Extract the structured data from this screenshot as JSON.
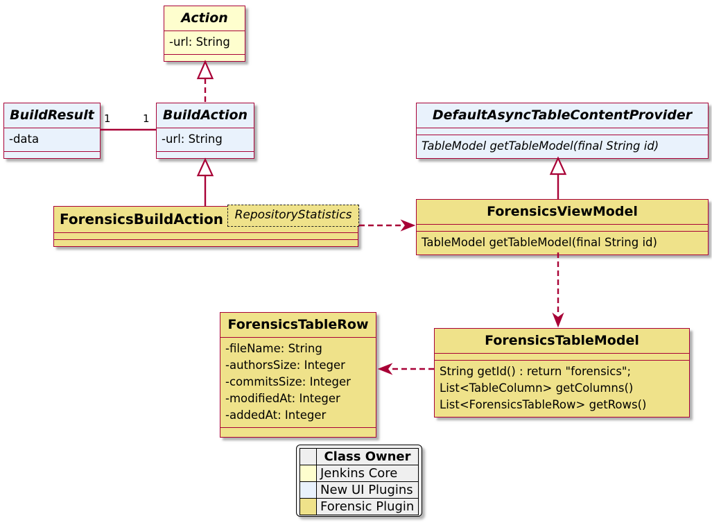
{
  "diagram_type": "uml-class-diagram",
  "colors": {
    "accent_border": "#A80036",
    "jenkins_core_fill": "#FEFECE",
    "new_ui_plugins_fill": "#E9F2FC",
    "forensic_plugin_fill": "#EFE28A",
    "legend_background": "#EFEFEF"
  },
  "classes": {
    "action": {
      "name": "Action",
      "abstract": true,
      "owner": "Jenkins Core",
      "fields": [
        "-url: String"
      ],
      "methods": []
    },
    "build_result": {
      "name": "BuildResult",
      "abstract": true,
      "owner": "New UI Plugins",
      "fields": [
        "-data"
      ],
      "methods": []
    },
    "build_action": {
      "name": "BuildAction",
      "abstract": true,
      "owner": "New UI Plugins",
      "fields": [
        "-url: String"
      ],
      "methods": []
    },
    "forensics_build_action": {
      "name": "ForensicsBuildAction",
      "abstract": false,
      "owner": "Forensic Plugin",
      "generic_note": "RepositoryStatistics",
      "fields": [],
      "methods": []
    },
    "default_async_table_content_provider": {
      "name": "DefaultAsyncTableContentProvider",
      "abstract": true,
      "owner": "New UI Plugins",
      "fields": [],
      "methods": [
        "TableModel getTableModel(final String id)"
      ]
    },
    "forensics_view_model": {
      "name": "ForensicsViewModel",
      "abstract": false,
      "owner": "Forensic Plugin",
      "fields": [],
      "methods": [
        "TableModel getTableModel(final String id)"
      ]
    },
    "forensics_table_model": {
      "name": "ForensicsTableModel",
      "abstract": false,
      "owner": "Forensic Plugin",
      "fields": [],
      "methods": [
        "String getId() : return \"forensics\";",
        "List<TableColumn> getColumns()",
        "List<ForensicsTableRow> getRows()"
      ]
    },
    "forensics_table_row": {
      "name": "ForensicsTableRow",
      "abstract": false,
      "owner": "Forensic Plugin",
      "fields": [
        "-fileName: String",
        "-authorsSize: Integer",
        "-commitsSize: Integer",
        "-modifiedAt: Integer",
        "-addedAt: Integer"
      ],
      "methods": []
    }
  },
  "association": {
    "from": "BuildResult",
    "to": "BuildAction",
    "from_multiplicity": "1",
    "to_multiplicity": "1"
  },
  "relations": [
    {
      "from": "BuildAction",
      "to": "Action",
      "type": "realization-dashed-hollow-triangle"
    },
    {
      "from": "ForensicsBuildAction",
      "to": "BuildAction",
      "type": "extension-solid-hollow-triangle"
    },
    {
      "from": "BuildResult",
      "to": "BuildAction",
      "type": "association-solid-line"
    },
    {
      "from": "ForensicsViewModel",
      "to": "DefaultAsyncTableContentProvider",
      "type": "extension-solid-hollow-triangle"
    },
    {
      "from": "ForensicsBuildAction",
      "to": "ForensicsViewModel",
      "type": "dependency-dashed-arrow"
    },
    {
      "from": "ForensicsViewModel",
      "to": "ForensicsTableModel",
      "type": "dependency-dashed-arrow"
    },
    {
      "from": "ForensicsTableModel",
      "to": "ForensicsTableRow",
      "type": "dependency-dashed-arrow"
    }
  ],
  "legend": {
    "header": "Class Owner",
    "rows": [
      {
        "label": "Jenkins Core",
        "color": "#FEFECE"
      },
      {
        "label": "New UI Plugins",
        "color": "#E9F2FC"
      },
      {
        "label": "Forensic Plugin",
        "color": "#EFE28A"
      }
    ]
  }
}
